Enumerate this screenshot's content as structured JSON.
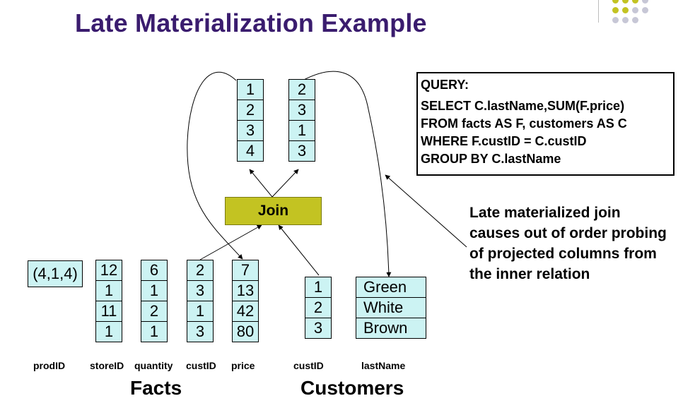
{
  "title": "Late Materialization Example",
  "join_label": "Join",
  "result_columns": [
    {
      "values": [
        "1",
        "2",
        "3",
        "4"
      ]
    },
    {
      "values": [
        "2",
        "3",
        "1",
        "3"
      ]
    }
  ],
  "facts": {
    "group_label": "Facts",
    "tuple": "(4,1,4)",
    "columns": [
      {
        "name": "prodID",
        "values": []
      },
      {
        "name": "storeID",
        "values": [
          "12",
          "1",
          "11",
          "1"
        ]
      },
      {
        "name": "quantity",
        "values": [
          "6",
          "1",
          "2",
          "1"
        ]
      },
      {
        "name": "custID",
        "values": [
          "2",
          "3",
          "1",
          "3"
        ]
      },
      {
        "name": "price",
        "values": [
          "7",
          "13",
          "42",
          "80"
        ]
      }
    ]
  },
  "customers": {
    "group_label": "Customers",
    "columns": [
      {
        "name": "custID",
        "values": [
          "1",
          "2",
          "3"
        ]
      },
      {
        "name": "lastName",
        "values": [
          "Green",
          "White",
          "Brown"
        ]
      }
    ]
  },
  "query": {
    "heading": "QUERY:",
    "lines": [
      "SELECT C.lastName,SUM(F.price)",
      "FROM facts AS F, customers AS C",
      "WHERE F.custID = C.custID",
      "GROUP BY C.lastName"
    ]
  },
  "note": "Late materialized join causes out of order probing of projected columns from the inner relation",
  "colors": {
    "title": "#3a1c6e",
    "cell": "#ccf3f3",
    "join": "#c3c322",
    "dot_yellow": "#c3c322",
    "dot_gray": "#c7c7d6"
  }
}
